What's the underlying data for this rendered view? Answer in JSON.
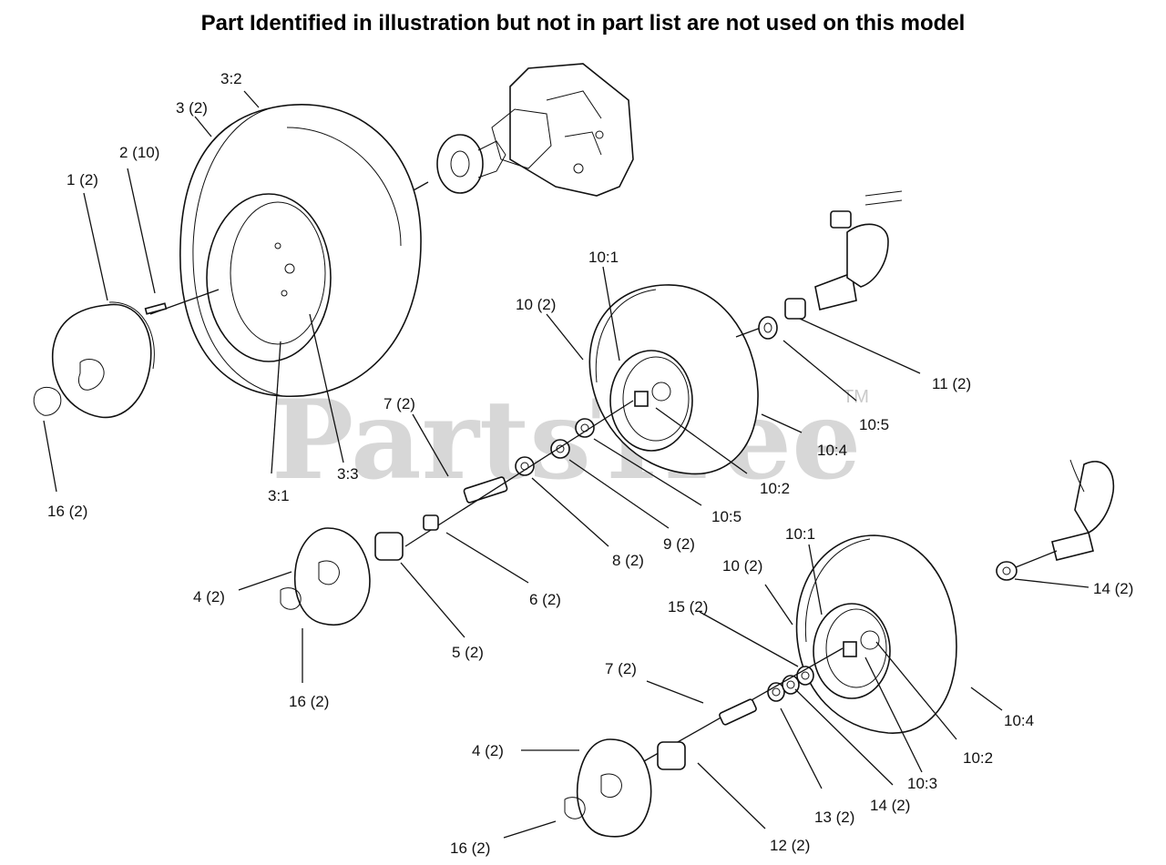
{
  "title": "Part Identified in illustration but not in part list are not used on this model",
  "watermark": {
    "text": "PartsTree",
    "mark": "TM"
  },
  "callouts": [
    {
      "id": "c-3-2",
      "text": "3:2"
    },
    {
      "id": "c-3",
      "text": "3 (2)"
    },
    {
      "id": "c-2",
      "text": "2 (10)"
    },
    {
      "id": "c-1",
      "text": "1 (2)"
    },
    {
      "id": "c-16a",
      "text": "16 (2)"
    },
    {
      "id": "c-3-1",
      "text": "3:1"
    },
    {
      "id": "c-3-3",
      "text": "3:3"
    },
    {
      "id": "c-10-1a",
      "text": "10:1"
    },
    {
      "id": "c-10a",
      "text": "10 (2)"
    },
    {
      "id": "c-11",
      "text": "11 (2)"
    },
    {
      "id": "c-10-5a",
      "text": "10:5"
    },
    {
      "id": "c-10-4a",
      "text": "10:4"
    },
    {
      "id": "c-10-2a",
      "text": "10:2"
    },
    {
      "id": "c-10-5b",
      "text": "10:5"
    },
    {
      "id": "c-7a",
      "text": "7 (2)"
    },
    {
      "id": "c-9",
      "text": "9 (2)"
    },
    {
      "id": "c-8",
      "text": "8 (2)"
    },
    {
      "id": "c-6",
      "text": "6 (2)"
    },
    {
      "id": "c-4a",
      "text": "4 (2)"
    },
    {
      "id": "c-5",
      "text": "5 (2)"
    },
    {
      "id": "c-16b",
      "text": "16 (2)"
    },
    {
      "id": "c-10-1b",
      "text": "10:1"
    },
    {
      "id": "c-10b",
      "text": "10 (2)"
    },
    {
      "id": "c-15",
      "text": "15 (2)"
    },
    {
      "id": "c-14a",
      "text": "14 (2)"
    },
    {
      "id": "c-7b",
      "text": "7 (2)"
    },
    {
      "id": "c-10-4b",
      "text": "10:4"
    },
    {
      "id": "c-10-2b",
      "text": "10:2"
    },
    {
      "id": "c-10-3",
      "text": "10:3"
    },
    {
      "id": "c-4b",
      "text": "4 (2)"
    },
    {
      "id": "c-14b",
      "text": "14 (2)"
    },
    {
      "id": "c-13",
      "text": "13 (2)"
    },
    {
      "id": "c-12",
      "text": "12 (2)"
    },
    {
      "id": "c-16c",
      "text": "16 (2)"
    }
  ]
}
